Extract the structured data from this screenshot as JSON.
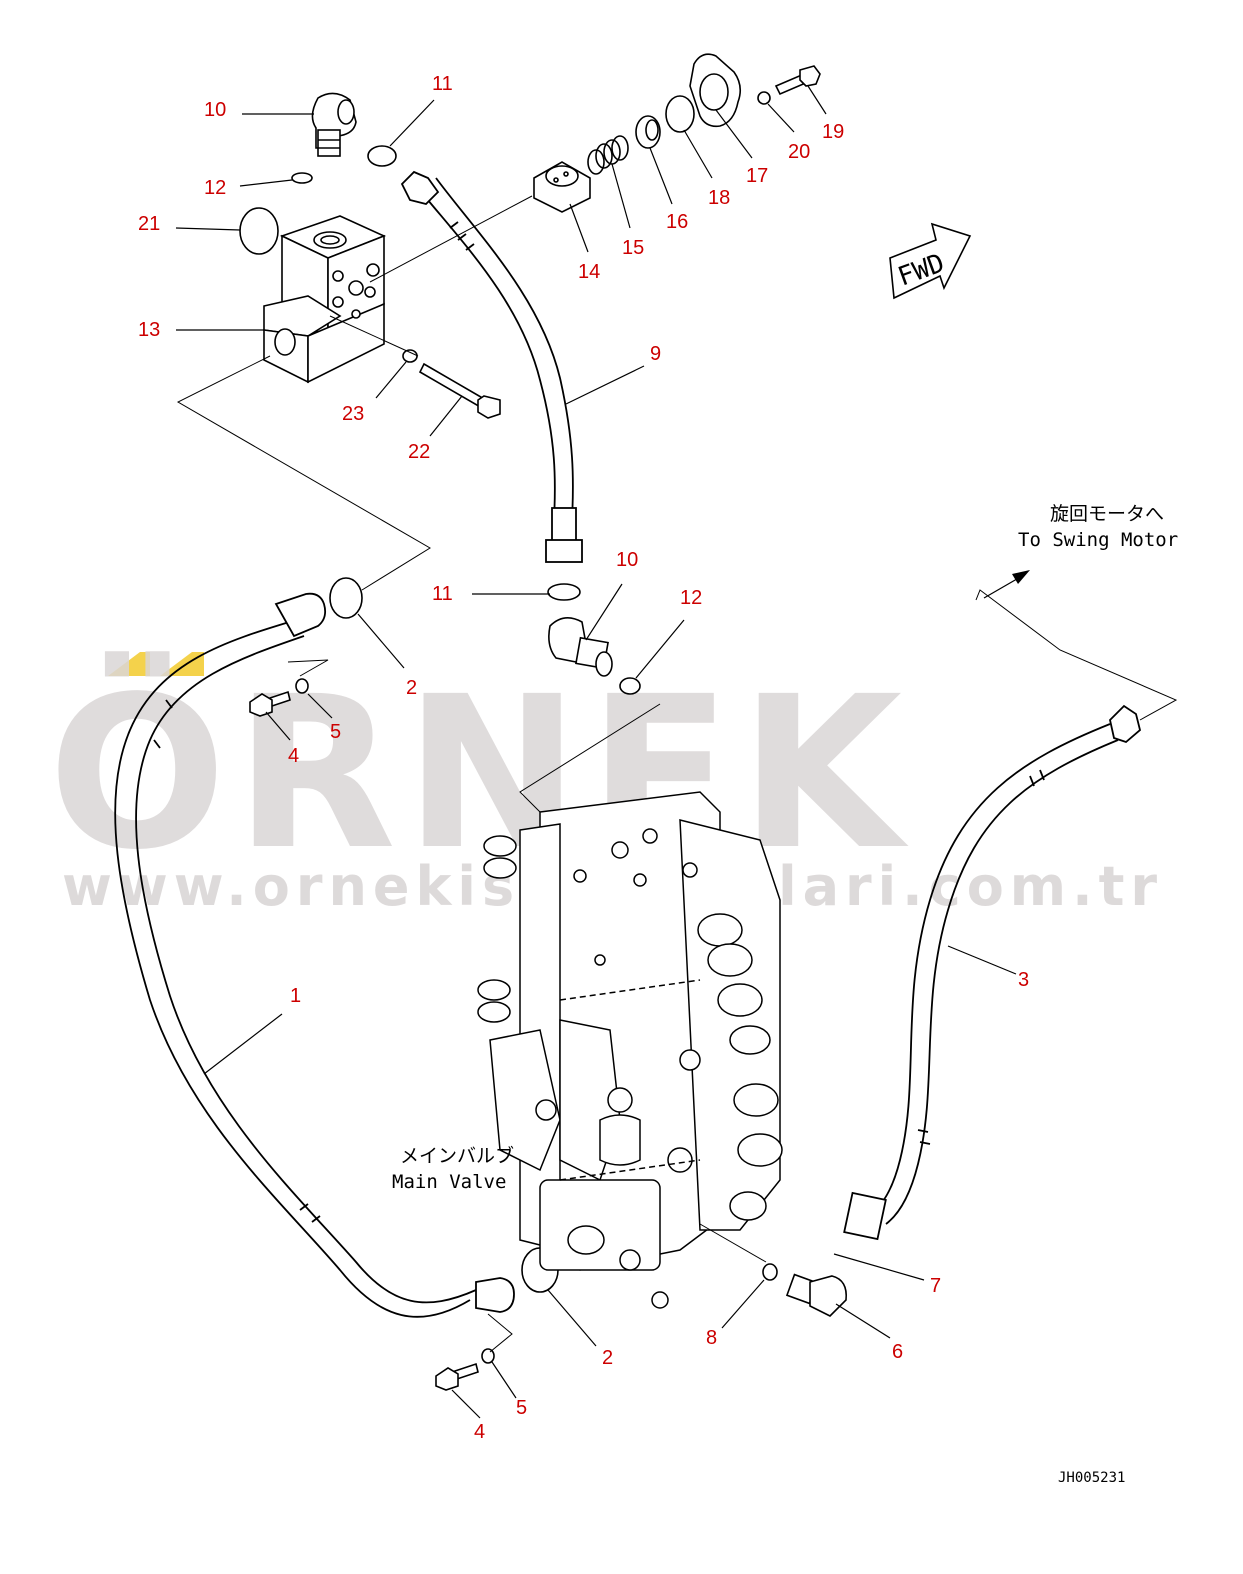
{
  "colors": {
    "callout": "#cc0000",
    "line": "#000000",
    "watermark": "#d9d6d6",
    "watermark_accent": "#f4d24b"
  },
  "watermark": {
    "brand": "ÖRNEK",
    "url": "www.ornekismakinalari.com.tr"
  },
  "labels": {
    "to_swing_motor_jp": "旋回モータへ",
    "to_swing_motor_en": "To Swing Motor",
    "main_valve_jp": "メインバルブ",
    "main_valve_en": "Main Valve",
    "fwd": "FWD",
    "drawing_code": "JH005231"
  },
  "callouts": [
    {
      "id": "c10a",
      "text": "10"
    },
    {
      "id": "c11a",
      "text": "11"
    },
    {
      "id": "c12a",
      "text": "12"
    },
    {
      "id": "c21",
      "text": "21"
    },
    {
      "id": "c13",
      "text": "13"
    },
    {
      "id": "c23",
      "text": "23"
    },
    {
      "id": "c22",
      "text": "22"
    },
    {
      "id": "c14",
      "text": "14"
    },
    {
      "id": "c15",
      "text": "15"
    },
    {
      "id": "c16",
      "text": "16"
    },
    {
      "id": "c18",
      "text": "18"
    },
    {
      "id": "c17",
      "text": "17"
    },
    {
      "id": "c20",
      "text": "20"
    },
    {
      "id": "c19",
      "text": "19"
    },
    {
      "id": "c9",
      "text": "9"
    },
    {
      "id": "c10b",
      "text": "10"
    },
    {
      "id": "c11b",
      "text": "11"
    },
    {
      "id": "c12b",
      "text": "12"
    },
    {
      "id": "c2a",
      "text": "2"
    },
    {
      "id": "c4a",
      "text": "4"
    },
    {
      "id": "c5a",
      "text": "5"
    },
    {
      "id": "c1",
      "text": "1"
    },
    {
      "id": "c3",
      "text": "3"
    },
    {
      "id": "c7",
      "text": "7"
    },
    {
      "id": "c6",
      "text": "6"
    },
    {
      "id": "c8",
      "text": "8"
    },
    {
      "id": "c2b",
      "text": "2"
    },
    {
      "id": "c5b",
      "text": "5"
    },
    {
      "id": "c4b",
      "text": "4"
    }
  ]
}
